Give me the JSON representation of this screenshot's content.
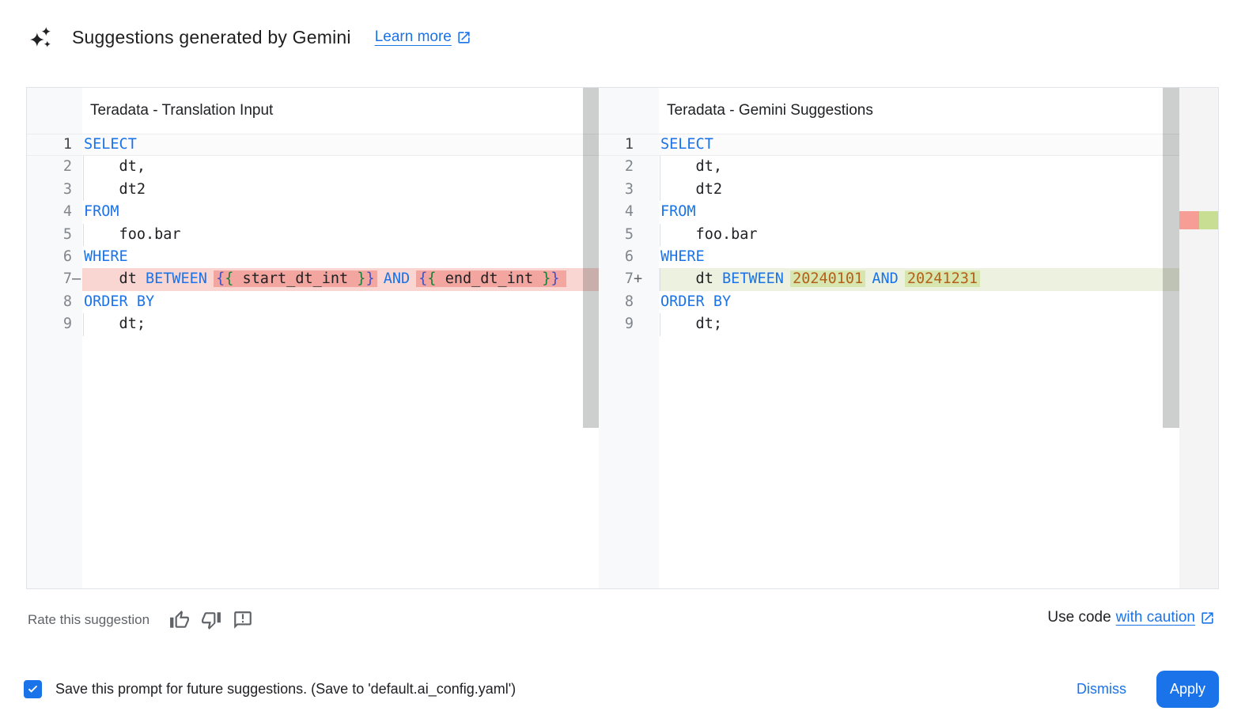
{
  "header": {
    "sparkle_icon": "gemini-sparkle-icon",
    "title": "Suggestions generated by Gemini",
    "learn_more_label": "Learn more",
    "learn_more_icon": "open-in-new-icon"
  },
  "panes": {
    "left": {
      "title": "Teradata - Translation Input",
      "lines": [
        {
          "n": "1",
          "sign": "",
          "cls": "active",
          "tokens": [
            [
              "SELECT",
              "kw"
            ]
          ]
        },
        {
          "n": "2",
          "sign": "",
          "cls": "guide",
          "tokens": [
            [
              "    dt,",
              "pl"
            ]
          ]
        },
        {
          "n": "3",
          "sign": "",
          "cls": "guide",
          "tokens": [
            [
              "    dt2",
              "pl"
            ]
          ]
        },
        {
          "n": "4",
          "sign": "",
          "cls": "",
          "tokens": [
            [
              "FROM",
              "kw"
            ]
          ]
        },
        {
          "n": "5",
          "sign": "",
          "cls": "guide",
          "tokens": [
            [
              "    foo.bar",
              "pl"
            ]
          ]
        },
        {
          "n": "6",
          "sign": "",
          "cls": "",
          "tokens": [
            [
              "WHERE",
              "kw"
            ]
          ]
        },
        {
          "n": "7",
          "sign": "—",
          "cls": "removed guide",
          "tokens": [
            [
              "    dt ",
              "pl"
            ],
            [
              "BETWEEN",
              "kw"
            ],
            [
              " ",
              "pl"
            ],
            [
              "{",
              "b1",
              "hl"
            ],
            [
              "{",
              "b2",
              "hl"
            ],
            [
              " start_dt_int ",
              "pl",
              "hl"
            ],
            [
              "}",
              "b2",
              "hl"
            ],
            [
              "}",
              "b1",
              "hl"
            ],
            [
              " ",
              "pl"
            ],
            [
              "AND",
              "kw"
            ],
            [
              " ",
              "pl"
            ],
            [
              "{",
              "b1",
              "hl2"
            ],
            [
              "{",
              "b2",
              "hl2"
            ],
            [
              " end_dt_int ",
              "pl",
              "hl2"
            ],
            [
              "}",
              "b2",
              "hl2"
            ],
            [
              "}",
              "b1",
              "hl2"
            ]
          ]
        },
        {
          "n": "8",
          "sign": "",
          "cls": "",
          "tokens": [
            [
              "ORDER BY",
              "kw"
            ]
          ]
        },
        {
          "n": "9",
          "sign": "",
          "cls": "guide",
          "tokens": [
            [
              "    dt;",
              "pl"
            ]
          ]
        }
      ]
    },
    "right": {
      "title": "Teradata - Gemini Suggestions",
      "lines": [
        {
          "n": "1",
          "sign": "",
          "cls": "active",
          "tokens": [
            [
              "SELECT",
              "kw"
            ]
          ]
        },
        {
          "n": "2",
          "sign": "",
          "cls": "guide",
          "tokens": [
            [
              "    dt,",
              "pl"
            ]
          ]
        },
        {
          "n": "3",
          "sign": "",
          "cls": "guide",
          "tokens": [
            [
              "    dt2",
              "pl"
            ]
          ]
        },
        {
          "n": "4",
          "sign": "",
          "cls": "",
          "tokens": [
            [
              "FROM",
              "kw"
            ]
          ]
        },
        {
          "n": "5",
          "sign": "",
          "cls": "guide",
          "tokens": [
            [
              "    foo.bar",
              "pl"
            ]
          ]
        },
        {
          "n": "6",
          "sign": "",
          "cls": "",
          "tokens": [
            [
              "WHERE",
              "kw"
            ]
          ]
        },
        {
          "n": "7",
          "sign": "+",
          "cls": "added guide",
          "tokens": [
            [
              "    dt ",
              "pl"
            ],
            [
              "BETWEEN",
              "kw"
            ],
            [
              " ",
              "pl"
            ],
            [
              "20240101",
              "num",
              "hl"
            ],
            [
              " ",
              "pl"
            ],
            [
              "AND",
              "kw"
            ],
            [
              " ",
              "pl"
            ],
            [
              "20241231",
              "num",
              "hl"
            ]
          ]
        },
        {
          "n": "8",
          "sign": "",
          "cls": "",
          "tokens": [
            [
              "ORDER BY",
              "kw"
            ]
          ]
        },
        {
          "n": "9",
          "sign": "",
          "cls": "guide",
          "tokens": [
            [
              "    dt;",
              "pl"
            ]
          ]
        }
      ]
    }
  },
  "colors": {
    "accent_blue": "#1a73e8",
    "keyword": "#1a73e8",
    "number_literal": "#b3601a",
    "brace_outer": "#4050c6",
    "brace_inner": "#188038",
    "removed_line_bg": "#f9d6d2",
    "removed_word_bg": "#f3a69f",
    "added_line_bg": "#edf1df",
    "added_word_bg": "#d7e5ae",
    "gutter_bg": "#f8f9fa",
    "line_number": "#80868b"
  },
  "footer": {
    "rate_label": "Rate this suggestion",
    "thumb_up_icon": "thumb-up-icon",
    "thumb_down_icon": "thumb-down-icon",
    "feedback_icon": "feedback-icon",
    "use_code_text": "Use code",
    "use_code_link": "with caution",
    "external_icon": "open-in-new-icon"
  },
  "action_bar": {
    "save_checkbox_checked": true,
    "save_label": "Save this prompt for future suggestions. (Save to 'default.ai_config.yaml')",
    "dismiss_label": "Dismiss",
    "apply_label": "Apply"
  }
}
